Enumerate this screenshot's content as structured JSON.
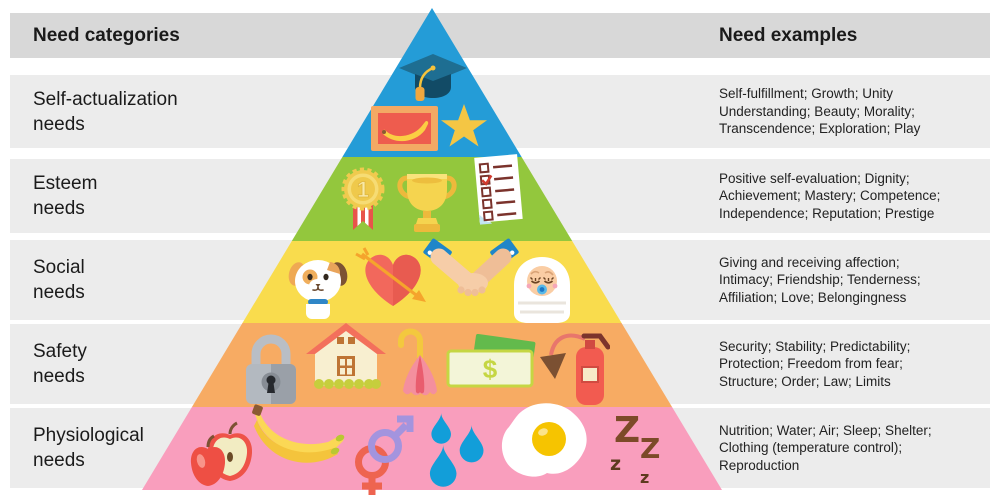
{
  "header": {
    "categories": "Need categories",
    "examples": "Need examples"
  },
  "levels": [
    {
      "id": "self-actualization",
      "category": "Self-actualization\nneeds",
      "examples": "Self-fulfillment; Growth; Unity\nUnderstanding; Beauty; Morality;\nTranscendence; Exploration; Play",
      "color": "#249CD7",
      "icons": [
        "graduation-cap",
        "banana-painting",
        "star"
      ]
    },
    {
      "id": "esteem",
      "category": "Esteem\nneeds",
      "examples": "Positive self-evaluation; Dignity;\nAchievement; Mastery; Competence;\nIndependence; Reputation; Prestige",
      "color": "#93C73D",
      "icons": [
        "medal",
        "trophy",
        "checklist"
      ]
    },
    {
      "id": "social",
      "category": "Social\nneeds",
      "examples": "Giving and receiving affection;\nIntimacy; Friendship; Tenderness;\nAffiliation; Love; Belongingness",
      "color": "#F9DC4D",
      "icons": [
        "dog",
        "heart-arrow",
        "handshake",
        "baby"
      ]
    },
    {
      "id": "safety",
      "category": "Safety\nneeds",
      "examples": "Security; Stability; Predictability;\nProtection; Freedom from fear;\nStructure; Order; Law; Limits",
      "color": "#F7AB63",
      "icons": [
        "padlock",
        "house",
        "umbrella",
        "money",
        "fire-extinguisher"
      ]
    },
    {
      "id": "physiological",
      "category": "Physiological\nneeds",
      "examples": "Nutrition; Water; Air; Sleep; Shelter;\nClothing (temperature control);\nReproduction",
      "color": "#F99EBD",
      "icons": [
        "apple",
        "bananas",
        "gender-symbols",
        "water-drops",
        "fried-egg",
        "sleep-zzz"
      ]
    }
  ],
  "pyramid": {
    "medal_number": "1",
    "dollar_sign": "$",
    "sleep_letters": [
      "Z",
      "z",
      "Z",
      "z"
    ]
  }
}
